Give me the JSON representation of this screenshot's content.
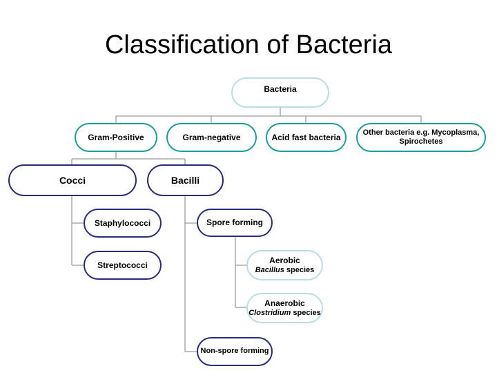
{
  "title": "Classification of Bacteria",
  "nodes": {
    "root": "Bacteria",
    "gram_positive": "Gram-Positive",
    "gram_negative": "Gram-negative",
    "acid_fast": "Acid fast bacteria",
    "other_line1": "Other bacteria e.g. Mycoplasma,",
    "other_line2": "Spirochetes",
    "cocci": "Cocci",
    "bacilli": "Bacilli",
    "staphylococci": "Staphylococci",
    "streptococci": "Streptococci",
    "spore_forming": "Spore forming",
    "aerobic_title": "Aerobic",
    "aerobic_genus": "Bacillus",
    "aerobic_suffix": " species",
    "anaerobic_title": "Anaerobic",
    "anaerobic_genus": "Clostridium",
    "anaerobic_suffix": " species",
    "non_spore_forming": "Non-spore forming"
  },
  "colors": {
    "teal": "#1a9e96",
    "navy": "#2a2a7a",
    "light_border": "#b6dde2",
    "connector": "#9a9a9a"
  }
}
